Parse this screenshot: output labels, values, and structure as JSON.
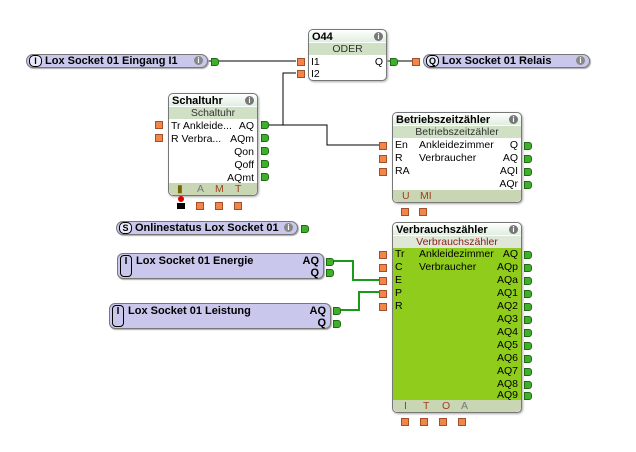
{
  "inputs": {
    "eingang": {
      "tag": "I",
      "label": "Lox Socket 01 Eingang I1"
    },
    "relais": {
      "tag": "Q",
      "label": "Lox Socket 01 Relais"
    },
    "onlinestatus": {
      "tag": "S",
      "label": "Onlinestatus Lox Socket 01"
    },
    "energie": {
      "tag": "I",
      "label": "Lox Socket 01 Energie",
      "outputs": [
        "AQ",
        "Q"
      ]
    },
    "leistung": {
      "tag": "I",
      "label": "Lox Socket 01 Leistung",
      "outputs": [
        "AQ",
        "Q"
      ]
    }
  },
  "oder": {
    "title": "O44",
    "type": "ODER",
    "inputs": [
      "I1",
      "I2"
    ],
    "outputs": [
      "Q"
    ]
  },
  "schaltuhr": {
    "title": "Schaltuhr",
    "type": "Schaltuhr",
    "inputs": [
      "Tr Ankleide...",
      "R Verbra..."
    ],
    "outputs": [
      "AQ",
      "AQm",
      "Qon",
      "Qoff",
      "AQmt"
    ],
    "footer": [
      "A",
      "M",
      "T"
    ]
  },
  "betrieb": {
    "title": "Betriebszeitzähler",
    "type": "Betriebszeitzähler",
    "inputs": [
      "En",
      "R",
      "RA"
    ],
    "desc": [
      "Ankleidezimmer",
      "Verbraucher"
    ],
    "outputs": [
      "Q",
      "AQ",
      "AQI",
      "AQr"
    ],
    "footer": [
      "U",
      "MI"
    ]
  },
  "verbrauch": {
    "title": "Verbrauchszähler",
    "type": "Verbrauchszähler",
    "inputs": [
      "Tr",
      "C",
      "E",
      "P",
      "R"
    ],
    "desc": [
      "Ankleidezimmer",
      "Verbraucher"
    ],
    "outputs": [
      "AQ",
      "AQp",
      "AQa",
      "AQ1",
      "AQ2",
      "AQ3",
      "AQ4",
      "AQ5",
      "AQ6",
      "AQ7",
      "AQ8",
      "AQ9"
    ],
    "footer": [
      "I",
      "T",
      "O",
      "A"
    ]
  },
  "icons": {
    "info": "i"
  },
  "colors": {
    "pill": "#c9c8ec",
    "block_green": "#90cc1c",
    "input_port": "#f2854a",
    "output_port": "#3fb02c",
    "wire_active": "#1a9a1a"
  }
}
